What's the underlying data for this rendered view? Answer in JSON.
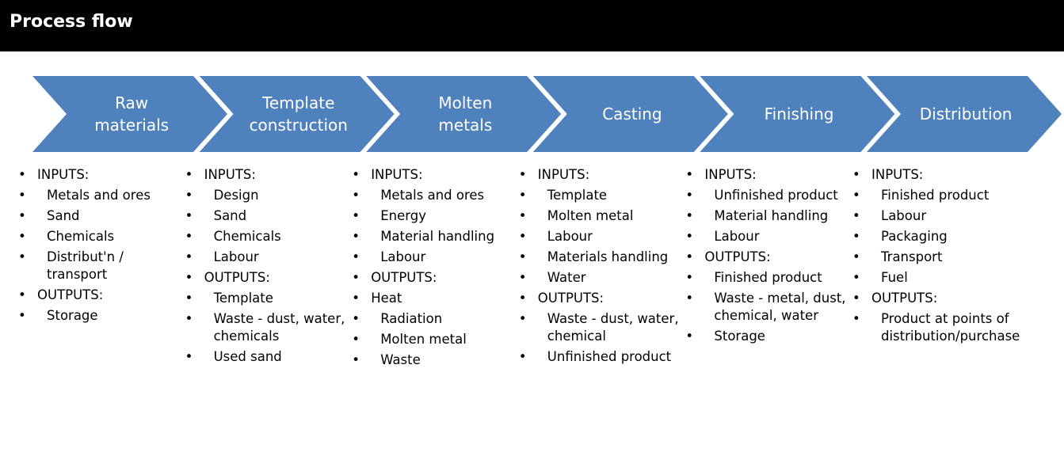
{
  "header": {
    "title": "Process flow"
  },
  "colors": {
    "chevron": "#4F81BD",
    "header_bg": "#000000",
    "text": "#000000"
  },
  "stages": [
    {
      "label_lines": [
        "Raw",
        "materials"
      ],
      "items": [
        {
          "level": 1,
          "text": "INPUTS:"
        },
        {
          "level": 2,
          "text": "Metals and ores"
        },
        {
          "level": 2,
          "text": "Sand"
        },
        {
          "level": 2,
          "text": "Chemicals"
        },
        {
          "level": 2,
          "text": "Distribut'n / transport"
        },
        {
          "level": 1,
          "text": "OUTPUTS:"
        },
        {
          "level": 2,
          "text": "Storage"
        }
      ]
    },
    {
      "label_lines": [
        "Template",
        "construction"
      ],
      "items": [
        {
          "level": 1,
          "text": "INPUTS:"
        },
        {
          "level": 2,
          "text": "Design"
        },
        {
          "level": 2,
          "text": "Sand"
        },
        {
          "level": 2,
          "text": "Chemicals"
        },
        {
          "level": 2,
          "text": "Labour"
        },
        {
          "level": 1,
          "text": "OUTPUTS:"
        },
        {
          "level": 2,
          "text": "Template"
        },
        {
          "level": 2,
          "text": "Waste - dust, water, chemicals"
        },
        {
          "level": 2,
          "text": "Used sand"
        }
      ]
    },
    {
      "label_lines": [
        "Molten",
        "metals"
      ],
      "items": [
        {
          "level": 1,
          "text": "INPUTS:"
        },
        {
          "level": 2,
          "text": "Metals and ores"
        },
        {
          "level": 2,
          "text": "Energy"
        },
        {
          "level": 2,
          "text": "Material handling"
        },
        {
          "level": 2,
          "text": "Labour"
        },
        {
          "level": 1,
          "text": "OUTPUTS:"
        },
        {
          "level": 1,
          "text": "Heat"
        },
        {
          "level": 2,
          "text": "Radiation"
        },
        {
          "level": 2,
          "text": "Molten metal"
        },
        {
          "level": 2,
          "text": "Waste"
        }
      ]
    },
    {
      "label_lines": [
        "Casting"
      ],
      "items": [
        {
          "level": 1,
          "text": "INPUTS:"
        },
        {
          "level": 2,
          "text": "Template"
        },
        {
          "level": 2,
          "text": "Molten metal"
        },
        {
          "level": 2,
          "text": "Labour"
        },
        {
          "level": 2,
          "text": "Materials handling"
        },
        {
          "level": 2,
          "text": "Water"
        },
        {
          "level": 1,
          "text": "OUTPUTS:"
        },
        {
          "level": 2,
          "text": "Waste - dust, water, chemical"
        },
        {
          "level": 2,
          "text": "Unfinished product"
        }
      ]
    },
    {
      "label_lines": [
        "Finishing"
      ],
      "items": [
        {
          "level": 1,
          "text": "INPUTS:"
        },
        {
          "level": 2,
          "text": "Unfinished product"
        },
        {
          "level": 2,
          "text": "Material handling"
        },
        {
          "level": 2,
          "text": "Labour"
        },
        {
          "level": 1,
          "text": "OUTPUTS:"
        },
        {
          "level": 2,
          "text": "Finished product"
        },
        {
          "level": 2,
          "text": "Waste - metal, dust, chemical, water"
        },
        {
          "level": 2,
          "text": "Storage"
        }
      ]
    },
    {
      "label_lines": [
        "Distribution"
      ],
      "items": [
        {
          "level": 1,
          "text": "INPUTS:"
        },
        {
          "level": 2,
          "text": "Finished product"
        },
        {
          "level": 2,
          "text": "Labour"
        },
        {
          "level": 2,
          "text": "Packaging"
        },
        {
          "level": 2,
          "text": "Transport"
        },
        {
          "level": 2,
          "text": "Fuel"
        },
        {
          "level": 1,
          "text": "OUTPUTS:"
        },
        {
          "level": 2,
          "text": "Product at points of distribution/purchase"
        }
      ]
    }
  ]
}
